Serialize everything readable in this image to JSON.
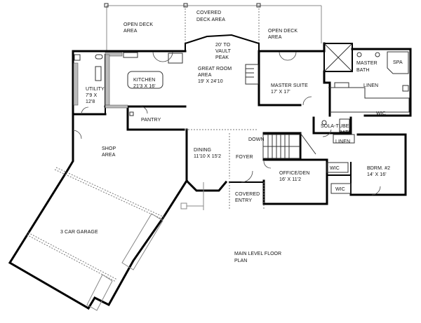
{
  "plan": {
    "title_line1": "MAIN LEVEL FLOOR",
    "title_line2": "PLAN"
  },
  "rooms": {
    "open_deck_left": {
      "name_1": "OPEN DECK",
      "name_2": "AREA"
    },
    "covered_deck": {
      "name_1": "COVERED",
      "name_2": "DECK AREA"
    },
    "open_deck_right": {
      "name_1": "OPEN DECK",
      "name_2": "AREA"
    },
    "vault": {
      "line1": "20' TO",
      "line2": "VAULT",
      "line3": "PEAK"
    },
    "kitchen": {
      "name": "KITCHEN",
      "size": "21'3 X 16'"
    },
    "great_room": {
      "name_1": "GREAT ROOM",
      "name_2": "AREA",
      "size": "19' X 24'10"
    },
    "master_suite": {
      "name": "MASTER SUITE",
      "size": "17' X 17'"
    },
    "master_bath": {
      "name_1": "MASTER",
      "name_2": "BATH"
    },
    "spa": {
      "name": "SPA"
    },
    "linen_master": {
      "name": "LINEN"
    },
    "wic_master": {
      "name": "WIC"
    },
    "utility": {
      "name": "UTILITY",
      "size_1": "7'9 X",
      "size_2": "12'8"
    },
    "pantry": {
      "name": "PANTRY"
    },
    "shop": {
      "name_1": "SHOP",
      "name_2": "AREA"
    },
    "dining": {
      "name": "DINING",
      "size": "11'10 X 15'2"
    },
    "foyer": {
      "name": "FOYER"
    },
    "down": {
      "name": "DOWN"
    },
    "sola_tube_bath": {
      "name_1": "SOLA-TUBE",
      "name_2": "BATH"
    },
    "linen_hall": {
      "name": "LINEN"
    },
    "office": {
      "name": "OFFICE/DEN",
      "size": "16' X 11'2"
    },
    "wic_office": {
      "name": "WIC"
    },
    "wic_bdrm": {
      "name": "WIC"
    },
    "bedroom2": {
      "name": "BDRM. #2",
      "size": "14' X 16'"
    },
    "covered_entry": {
      "name_1": "COVERED",
      "name_2": "ENTRY"
    },
    "garage": {
      "name": "3 CAR GARAGE"
    }
  }
}
